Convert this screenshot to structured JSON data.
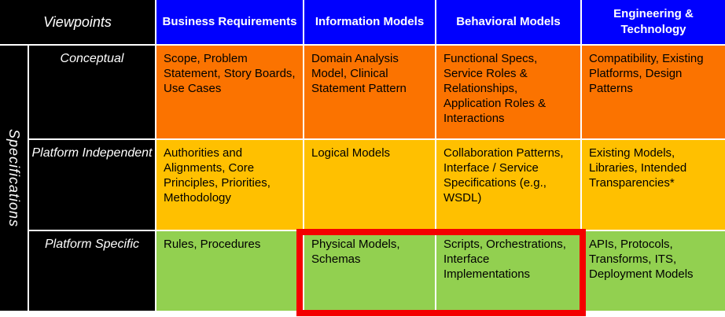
{
  "header": {
    "corner_label": "Viewpoints",
    "columns": [
      "Business Requirements",
      "Information Models",
      "Behavioral Models",
      "Engineering & Technology"
    ]
  },
  "side_label": "Specifications",
  "rows": [
    {
      "label": "Conceptual",
      "cells": [
        "Scope, Problem Statement, Story Boards, Use Cases",
        "Domain Analysis Model, Clinical Statement Pattern",
        "Functional Specs, Service Roles & Relationships, Application Roles & Interactions",
        "Compatibility, Existing Platforms, Design Patterns"
      ]
    },
    {
      "label": "Platform Independent",
      "cells": [
        "Authorities and Alignments,  Core Principles, Priorities, Methodology",
        "Logical Models",
        "Collaboration Patterns, Interface / Service Specifications  (e.g., WSDL)",
        "Existing Models, Libraries, Intended Transparencies*"
      ]
    },
    {
      "label": "Platform Specific",
      "cells": [
        "Rules, Procedures",
        "Physical Models, Schemas",
        "Scripts, Orchestrations, Interface Implementations",
        "APIs, Protocols, Transforms, ITS, Deployment Models"
      ]
    }
  ],
  "highlight": {
    "description": "red emphasis box around Platform Specific cells for Information Models and Behavioral Models",
    "cells": [
      "Physical Models, Schemas",
      "Scripts, Orchestrations, Interface Implementations"
    ]
  },
  "colors": {
    "header_blue": "#0000fe",
    "conceptual_orange": "#fb7300",
    "independent_gold": "#ffc000",
    "specific_green": "#92d050",
    "label_black": "#000000",
    "highlight_red": "#f40000"
  }
}
